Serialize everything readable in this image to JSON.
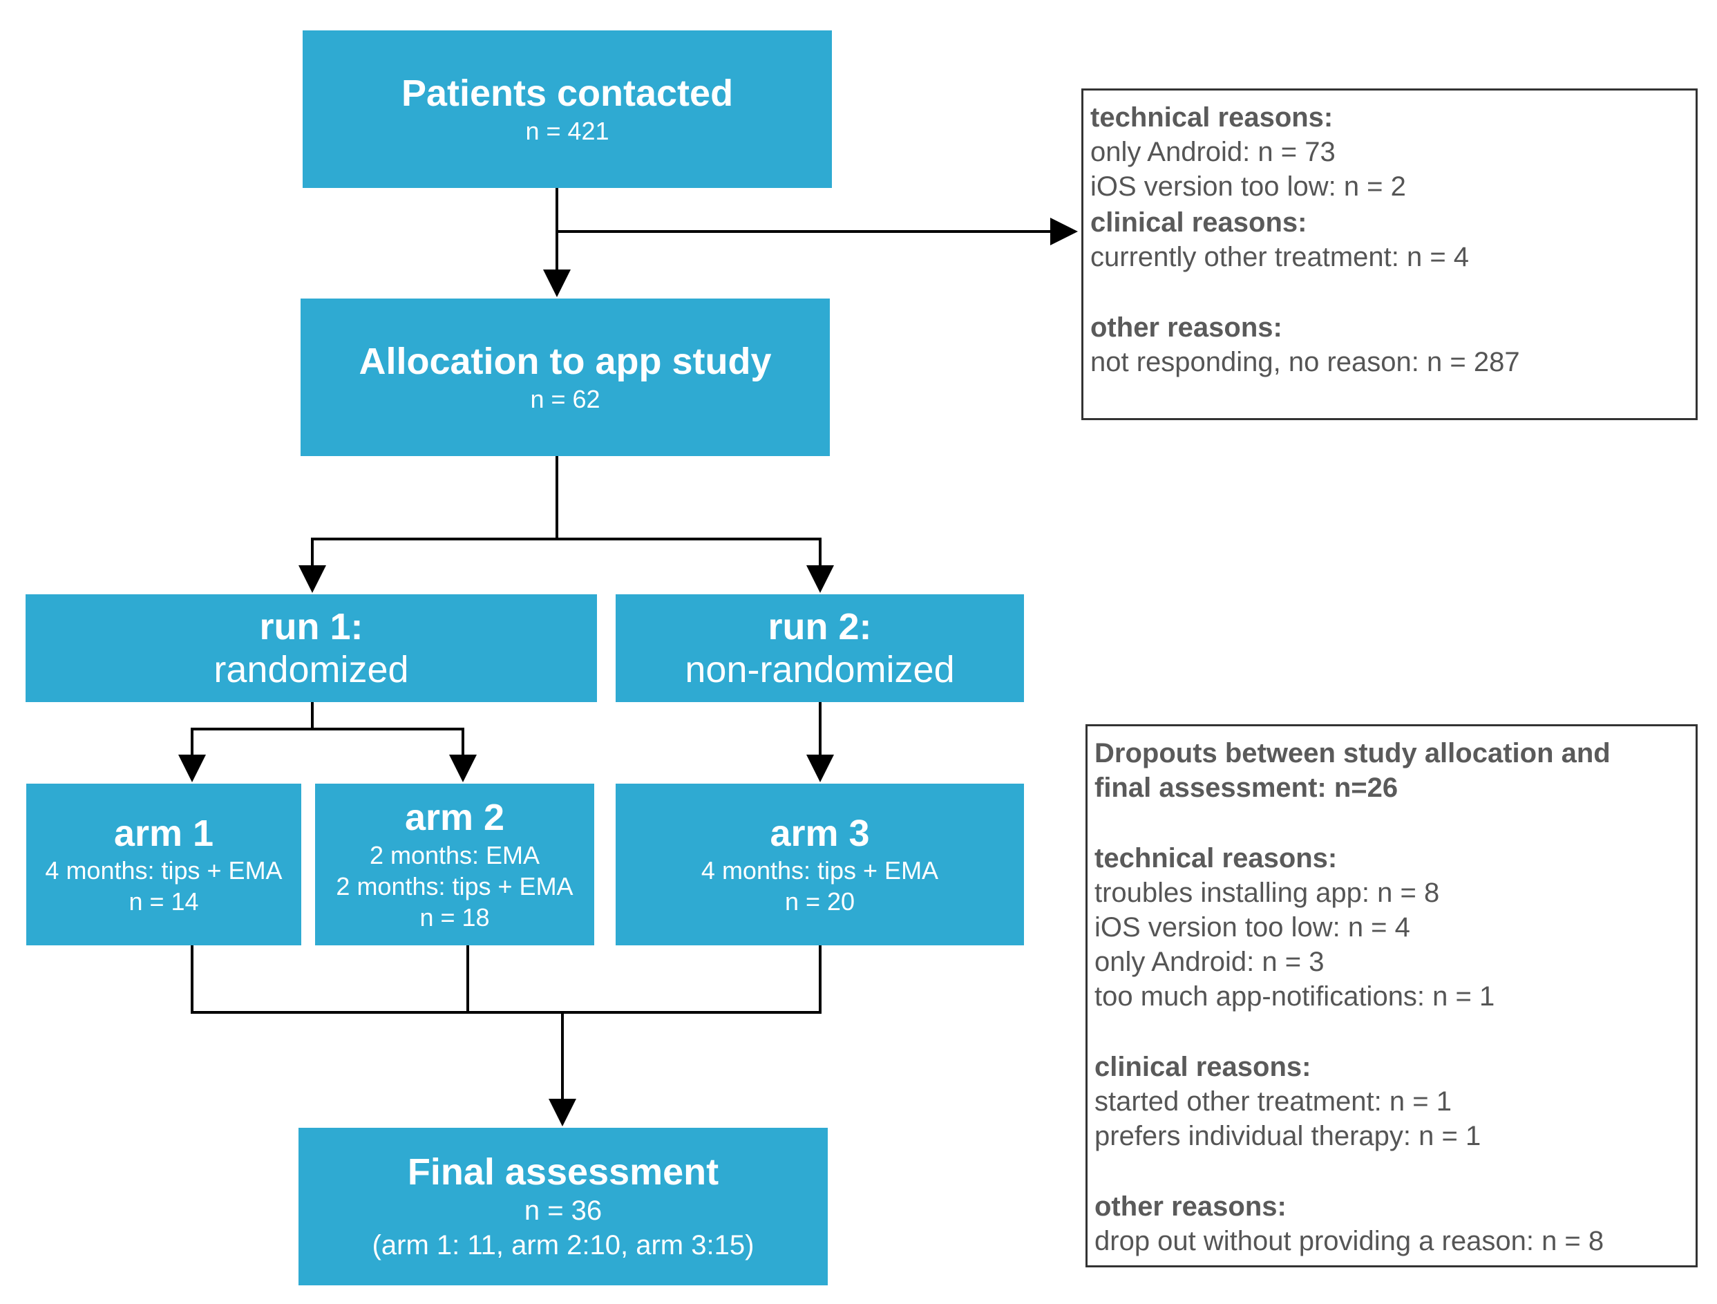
{
  "boxes": {
    "contacted": {
      "title": "Patients contacted",
      "n": "n = 421"
    },
    "allocation": {
      "title": "Allocation to app study",
      "n": "n = 62"
    },
    "run1": {
      "title": "run 1:",
      "sub": "randomized"
    },
    "run2": {
      "title": "run 2:",
      "sub": "non-randomized"
    },
    "arm1": {
      "title": "arm 1",
      "line1": "4 months: tips + EMA",
      "n": "n = 14"
    },
    "arm2": {
      "title": "arm 2",
      "line1": "2 months: EMA",
      "line2": "2 months: tips + EMA",
      "n": "n = 18"
    },
    "arm3": {
      "title": "arm 3",
      "line1": "4 months: tips + EMA",
      "n": "n = 20"
    },
    "final": {
      "title": "Final assessment",
      "n": "n = 36",
      "detail": "(arm 1: 11, arm 2:10, arm 3:15)"
    }
  },
  "exclusions": {
    "technical_heading": "technical reasons:",
    "technical": [
      "only Android: n = 73",
      "iOS version too low: n = 2"
    ],
    "clinical_heading": "clinical reasons:",
    "clinical": [
      "currently other treatment: n = 4"
    ],
    "other_heading": "other reasons:",
    "other": [
      "not responding, no reason: n = 287"
    ]
  },
  "dropouts": {
    "heading_line1": "Dropouts between study allocation and",
    "heading_line2": "final assessment: n=26",
    "technical_heading": "technical reasons:",
    "technical": [
      "troubles installing app: n = 8",
      "iOS version too low: n = 4",
      "only Android: n = 3",
      "too much app-notifications: n = 1"
    ],
    "clinical_heading": "clinical reasons:",
    "clinical": [
      "started other treatment: n = 1",
      "prefers individual therapy: n = 1"
    ],
    "other_heading": "other reasons:",
    "other": [
      "drop out without providing a reason: n = 8"
    ]
  },
  "colors": {
    "box_fill": "#2faad2",
    "box_text": "#ffffff",
    "line": "#000000",
    "note_border": "#333333",
    "note_text": "#555555"
  }
}
